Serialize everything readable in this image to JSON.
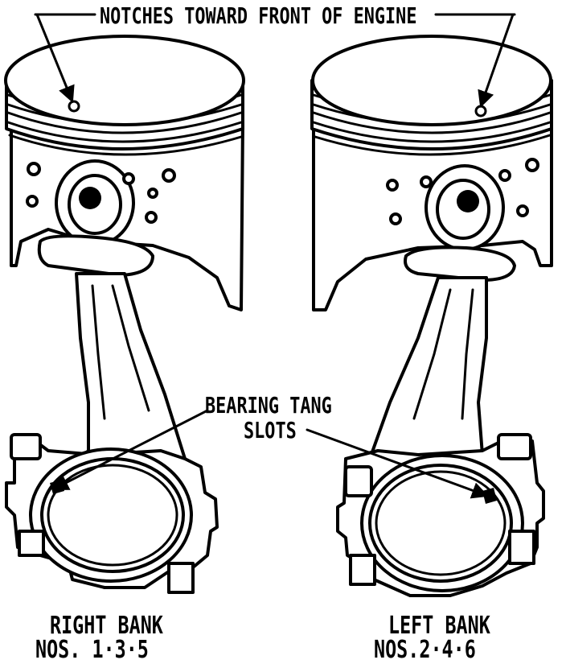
{
  "labels": {
    "notch_title": "NOTCHES TOWARD FRONT OF ENGINE",
    "tang_line1": "BEARING TANG",
    "tang_line2": "SLOTS",
    "right_bank": "RIGHT BANK",
    "right_nos": "NOS. 1·3·5",
    "left_bank": "LEFT BANK",
    "left_nos": "NOS.2·4·6"
  }
}
